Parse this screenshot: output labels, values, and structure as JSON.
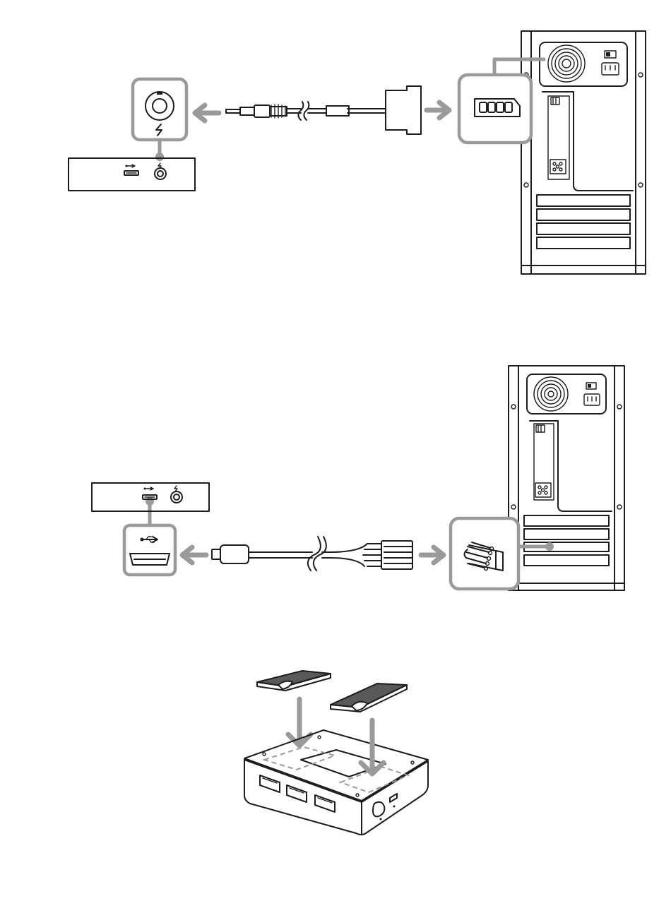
{
  "diagram": {
    "steps": [
      {
        "name": "molex-power-connection"
      },
      {
        "name": "usb-header-connection"
      },
      {
        "name": "adhesive-pad-mounting"
      }
    ],
    "colors": {
      "line": "#1c1c1c",
      "callout": "#9a9a9a",
      "pad": "#595959",
      "background": "#ffffff"
    },
    "icons": [
      "usb-icon",
      "lightning-icon",
      "fan-icon",
      "power-switch-icon",
      "power-socket-icon",
      "dc-jack-icon"
    ]
  }
}
